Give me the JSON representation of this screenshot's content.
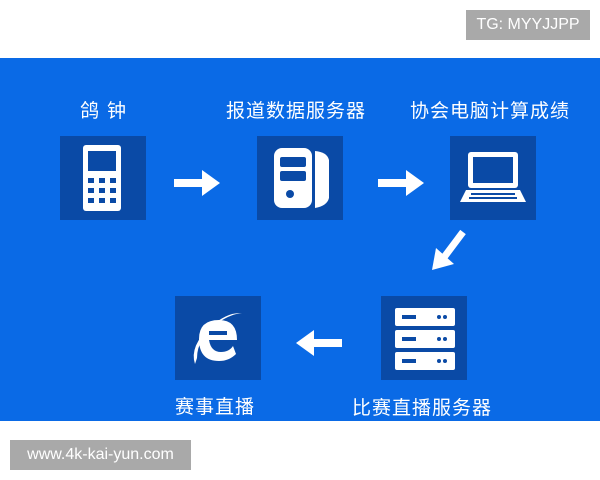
{
  "watermark_top": "TG: MYYJJPP",
  "watermark_bottom": "www.4k-kai-yun.com",
  "colors": {
    "background": "#0a6ae6",
    "box": "#0a4aa6",
    "icon": "#ffffff"
  },
  "diagram": {
    "nodes": [
      {
        "id": "pigeon-clock",
        "label": "鸽 钟",
        "icon": "mobile-phone-icon"
      },
      {
        "id": "report-server",
        "label": "报道数据服务器",
        "icon": "server-tower-icon"
      },
      {
        "id": "association-pc",
        "label": "协会电脑计算成绩",
        "icon": "laptop-icon"
      },
      {
        "id": "live-server",
        "label": "比赛直播服务器",
        "icon": "server-rack-icon"
      },
      {
        "id": "live-stream",
        "label": "赛事直播",
        "icon": "internet-explorer-icon"
      }
    ],
    "edges": [
      {
        "from": "pigeon-clock",
        "to": "report-server"
      },
      {
        "from": "report-server",
        "to": "association-pc"
      },
      {
        "from": "association-pc",
        "to": "live-server"
      },
      {
        "from": "live-server",
        "to": "live-stream"
      }
    ]
  }
}
